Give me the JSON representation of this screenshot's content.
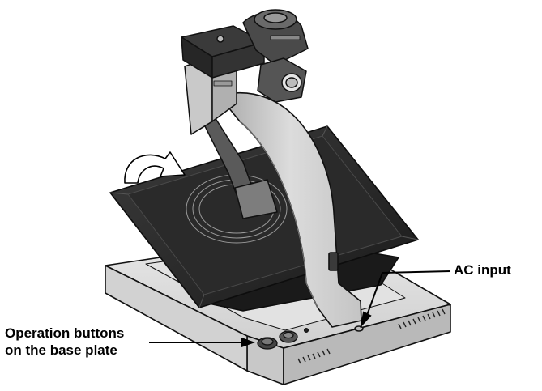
{
  "labels": {
    "ac_input": "AC input",
    "operation_buttons_line1": "Operation buttons",
    "operation_buttons_line2": "on the base plate"
  },
  "colors": {
    "outline": "#111111",
    "body_light": "#d9d9d9",
    "body_mid": "#bdbdbd",
    "body_dark": "#8c8c8c",
    "panel_dark": "#2e2e2e",
    "panel_black": "#151515",
    "background": "#ffffff"
  },
  "icons": {
    "rotation": "curved-arrow-icon"
  }
}
